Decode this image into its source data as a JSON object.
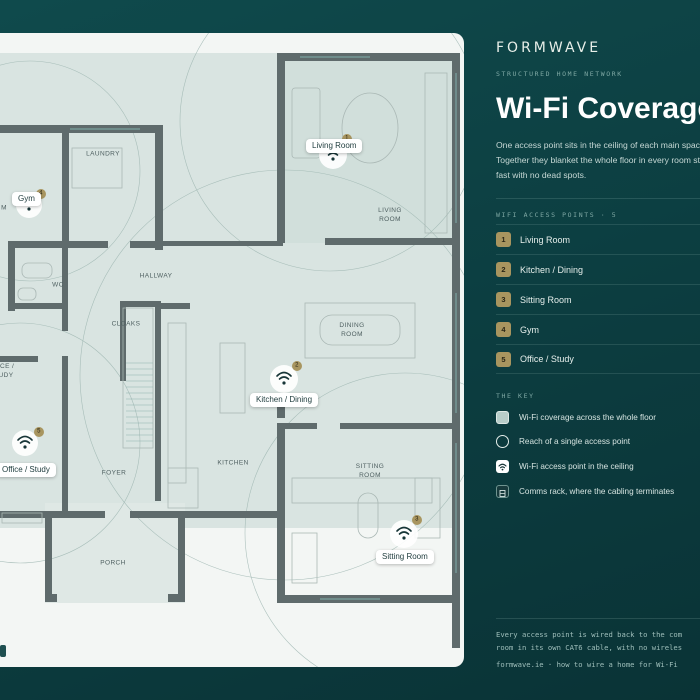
{
  "brand": "FORMWAVE",
  "eyebrow": "STRUCTURED HOME NETWORK",
  "title": "Wi-Fi Coverage",
  "intro": "One access point sits in the ceiling of each main space. Together they blanket the whole floor in every room stays fast with no dead spots.",
  "access_points": {
    "heading": "WIFI ACCESS POINTS · 5",
    "items": [
      {
        "num": "1",
        "label": "Living Room"
      },
      {
        "num": "2",
        "label": "Kitchen / Dining"
      },
      {
        "num": "3",
        "label": "Sitting Room"
      },
      {
        "num": "4",
        "label": "Gym"
      },
      {
        "num": "5",
        "label": "Office / Study"
      }
    ]
  },
  "key": {
    "heading": "THE KEY",
    "items": [
      {
        "icon": "coverage-swatch-icon",
        "label": "Wi-Fi coverage across the whole floor"
      },
      {
        "icon": "reach-circle-icon",
        "label": "Reach of a single access point"
      },
      {
        "icon": "wifi-icon",
        "label": "Wi-Fi access point in the ceiling"
      },
      {
        "icon": "comms-rack-icon",
        "label": "Comms rack, where the cabling terminates"
      }
    ]
  },
  "footer": {
    "line1": "Every access point is wired back to the com",
    "line2": "room in its own CAT6 cable, with no wireles",
    "line3": "formwave.ie · how to wire a home for Wi-Fi"
  },
  "plan": {
    "rooms": {
      "laundry": "LAUNDRY",
      "living": "LIVING\nROOM",
      "gym_partial": "M",
      "wc": "WC",
      "hallway": "HALLWAY",
      "cloaks": "CLOAKS",
      "dining": "DINING\nROOM",
      "office_partial": "ICE /\nUDY",
      "kitchen": "KITCHEN",
      "foyer": "FOYER",
      "sitting": "SITTING\nROOM",
      "porch": "PORCH"
    },
    "ap_labels": {
      "living": "Living Room",
      "gym": "Gym",
      "kitchen": "Kitchen / Dining",
      "office": "Office / Study",
      "sitting": "Sitting Room"
    },
    "ap_badges": {
      "living": "1",
      "kitchen": "2",
      "sitting": "3",
      "gym": "4",
      "office": "5"
    }
  },
  "colors": {
    "accent": "#a8955f",
    "panel_bg": "#0f4a4c",
    "wall": "#5f6b6c",
    "coverage": "#b8cdc9"
  }
}
